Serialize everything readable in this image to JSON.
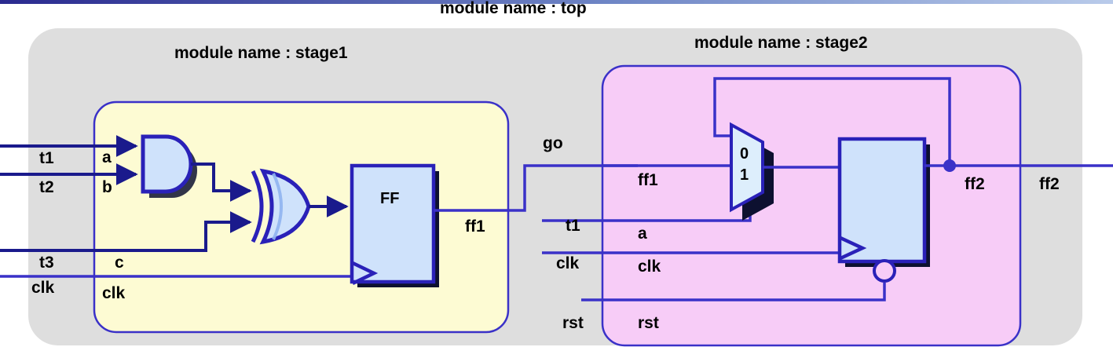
{
  "titles": {
    "top": "module name : top",
    "stage1": "module name : stage1",
    "stage2": "module name : stage2"
  },
  "colors": {
    "top_module_fill": "#dedede",
    "stage1_fill": "#fdfbd3",
    "stage2_fill": "#f7ccf7",
    "block_fill": "#cfe2fb",
    "wire": "#3a31c8",
    "wire_dark": "#1a1a8c",
    "shadow": "#0d1030",
    "text": "#000000",
    "top_rule_left": "#2a2a8f",
    "top_rule_right": "#aec4e8"
  },
  "stage1": {
    "external_inputs": [
      "t1",
      "t2",
      "t3",
      "clk"
    ],
    "port_labels": [
      "a",
      "b",
      "c",
      "clk"
    ],
    "gates": [
      {
        "name": "and-gate",
        "type": "AND",
        "inputs": [
          "a",
          "b"
        ]
      },
      {
        "name": "xor-gate",
        "type": "XOR",
        "inputs": [
          "and_out",
          "c"
        ]
      }
    ],
    "ff": {
      "label": "FF",
      "clock": "clk",
      "output": "ff1"
    },
    "output_label": "ff1"
  },
  "interconnect": {
    "stage1_to_stage2": "go"
  },
  "stage2": {
    "port_labels": [
      "ff1",
      "a",
      "clk",
      "rst"
    ],
    "external_inputs": [
      "go",
      "t1",
      "clk",
      "rst"
    ],
    "mux": {
      "name": "mux",
      "sel_inputs": [
        "0",
        "1"
      ],
      "sel_line": "a"
    },
    "ff": {
      "clock": "clk",
      "reset": "rst",
      "reset_inverted": true,
      "output": "ff2"
    },
    "internal_output_label": "ff2",
    "external_output_label": "ff2"
  }
}
